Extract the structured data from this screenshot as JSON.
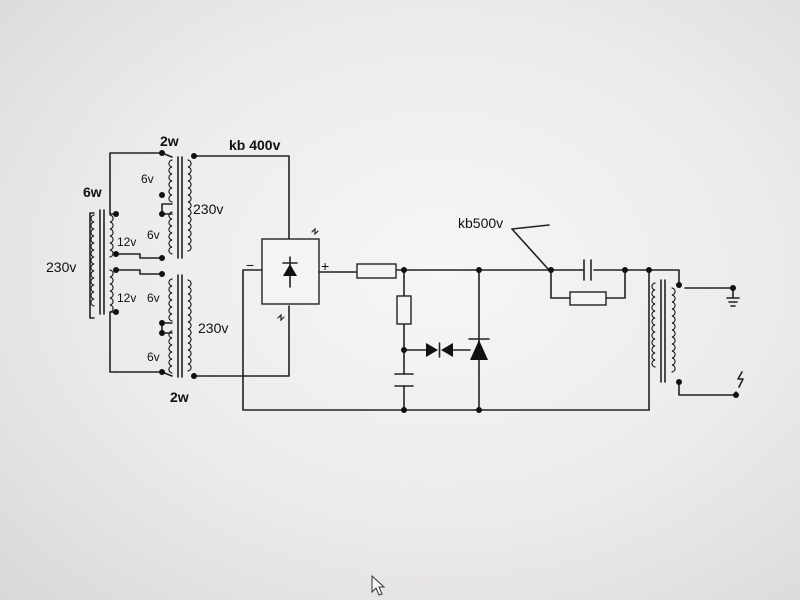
{
  "labels": {
    "t1_power": "6w",
    "t1_primary": "230v",
    "t1_sec_top": "12v",
    "t1_sec_bottom": "12v",
    "t2_power": "2w",
    "t2_top_a": "6v",
    "t2_top_b": "6v",
    "t2_top_secondary": "230v",
    "t3_bottom_a": "6v",
    "t3_bottom_b": "6v",
    "t3_secondary": "230v",
    "t3_power": "2w",
    "bridge_rating": "kb 400v",
    "bridge_minus": "−",
    "bridge_plus": "+",
    "cap_rating": "kb500v"
  },
  "colors": {
    "ink": "#222222",
    "screen": "#f4f4f2"
  },
  "icons": [
    "diode-icon",
    "zener-icon",
    "ground-icon",
    "spark-gap-icon",
    "mouse-cursor-icon"
  ]
}
